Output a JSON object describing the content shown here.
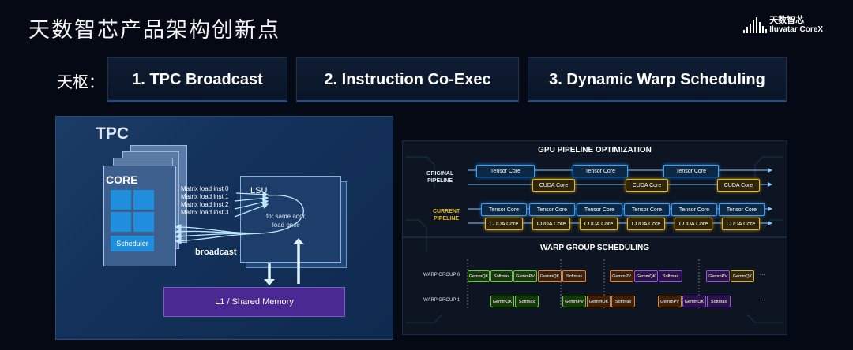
{
  "header": {
    "title": "天数智芯产品架构创新点"
  },
  "logo": {
    "cn": "天数智芯",
    "en": "Iluvatar CoreX"
  },
  "tabs": {
    "prefix": "天枢：",
    "items": [
      {
        "label": "1. TPC Broadcast"
      },
      {
        "label": "2. Instruction Co-Exec"
      },
      {
        "label": "3. Dynamic Warp Scheduling"
      }
    ]
  },
  "tpc": {
    "title": "TPC",
    "core_label": "CORE",
    "scheduler": "Scheduler",
    "lsu": "LSU",
    "insts": [
      "Matrix load inst 0",
      "Matrix load inst 1",
      "Matrix load inst 2",
      "Matrix load inst 3"
    ],
    "note_line1": "for same addr,",
    "note_line2": "load once",
    "broadcast": "broadcast",
    "memory": "L1 / Shared Memory"
  },
  "pipeline": {
    "title": "GPU PIPELINE OPTIMIZATION",
    "original_l1": "ORIGINAL",
    "original_l2": "PIPELINE",
    "current_l1": "CURRENT",
    "current_l2": "PIPELINE",
    "tensor": "Tensor Core",
    "cuda": "CUDA Core"
  },
  "warp": {
    "title": "WARP GROUP SCHEDULING",
    "group0": "WARP GROUP 0",
    "group1": "WARP GROUP 1",
    "gemmqk": "GemmQK",
    "gemmpv": "GemmPV",
    "softmax": "Softmax",
    "ellipsis": "..."
  },
  "colors": {
    "tensor": "#3f9ff5",
    "cuda": "#e6b820",
    "green": "#5fd030",
    "orange": "#e8822a",
    "purple": "#9a55e0",
    "memory": "#4a2a92"
  }
}
